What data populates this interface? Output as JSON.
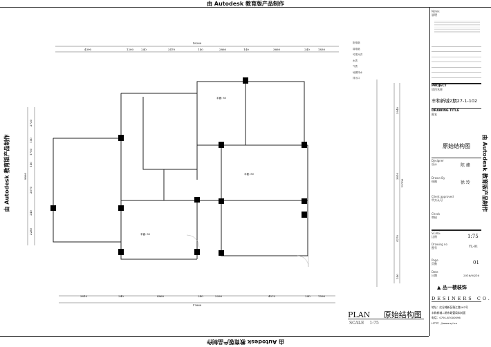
{
  "watermark": "由 Autodesk 教育版产品制作",
  "plan": {
    "title_en": "PLAN",
    "title_cn": "原始结构图",
    "scale_label": "SCALE",
    "scale_value": "1:75",
    "top_total": "18260",
    "top_dims": [
      "4390",
      "1200",
      "240",
      "3470",
      "140",
      "2860",
      "140",
      "3660",
      "240",
      "1830"
    ],
    "bottom_total": "17660",
    "bottom_dims": [
      "3810",
      "240",
      "4860",
      "240",
      "2090",
      "4570",
      "240",
      "1590"
    ],
    "left_total": "9860",
    "left_dims": [
      "2730",
      "140",
      "1750",
      "140",
      "2670",
      "240",
      "2280"
    ],
    "right_total": "12700",
    "right_dims": [
      "3940",
      "3810",
      "4270",
      "240"
    ],
    "room_labels": [
      "平面: 80",
      "平面: 80",
      "平面: 80"
    ]
  },
  "legend": [
    "配电箱",
    "弱电箱",
    "可视对讲",
    "水表",
    "气表",
    "地漏排水",
    "排污口"
  ],
  "title_block": {
    "notes_en": "Notes",
    "notes_cn": "说明",
    "project_en": "PROJECT",
    "project_cn": "项目名称",
    "project_name": "丰和新城2期27-1-102",
    "drawing_title_en": "DRAWING TITLE",
    "drawing_title_cn": "图名",
    "drawing_title": "原始结构图",
    "designer_en": "Designer",
    "designer_cn": "设计",
    "designer": "陈 峰",
    "drawn_en": "Drawn By",
    "drawn_cn": "绘图",
    "drawn": "徐 玲",
    "client_en": "Client approved",
    "client_cn": "甲方认可",
    "check_en": "Check",
    "check_cn": "审核",
    "scale_en": "SCALE",
    "scale_cn": "比例",
    "scale": "1:75",
    "drawing_no_en": "Drawing no",
    "drawing_no_cn": "图号",
    "drawing_no": "YL-01",
    "page_en": "Page",
    "page_cn": "页数",
    "page": "01",
    "date_en": "Date",
    "date_cn": "日期",
    "date": "2016/04/16",
    "company_logo": "丛一楼装饰",
    "company_en": "DESINERS CO.",
    "address": "地址：红谷滩新区赣江路162号",
    "address2": "丰和新城二期市政管局斜对面",
    "phone": "电话：0791-87000096",
    "web": "HTTP：//www.syl.cn"
  }
}
